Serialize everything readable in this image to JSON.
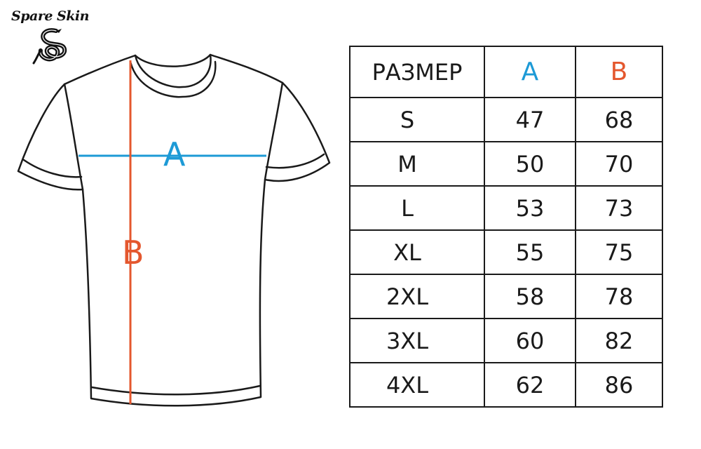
{
  "brand": {
    "name": "Spare Skin"
  },
  "diagram": {
    "label_a": "A",
    "label_b": "B"
  },
  "colors": {
    "dimension_a": "#1d9ad6",
    "dimension_b": "#e4572e",
    "outline": "#1a1a1a"
  },
  "icons": [
    "snake-logo-icon"
  ],
  "size_table": {
    "headers": {
      "size": "РАЗМЕР",
      "a": "A",
      "b": "B"
    },
    "rows": [
      {
        "size": "S",
        "a": "47",
        "b": "68"
      },
      {
        "size": "M",
        "a": "50",
        "b": "70"
      },
      {
        "size": "L",
        "a": "53",
        "b": "73"
      },
      {
        "size": "XL",
        "a": "55",
        "b": "75"
      },
      {
        "size": "2XL",
        "a": "58",
        "b": "78"
      },
      {
        "size": "3XL",
        "a": "60",
        "b": "82"
      },
      {
        "size": "4XL",
        "a": "62",
        "b": "86"
      }
    ]
  }
}
